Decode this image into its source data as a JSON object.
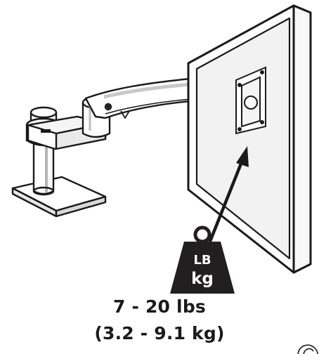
{
  "diagram": {
    "weight_icon": {
      "unit_top": "LB",
      "unit_bottom": "kg",
      "fill": "#231f20"
    },
    "capacity_imperial": "7 - 20 lbs",
    "capacity_metric": "(3.2 - 9.1 kg)",
    "colors": {
      "line": "#1a1a1a",
      "monitor_face": "#f2f2f2",
      "monitor_bezel": "#ffffff",
      "arm_highlight": "#ffffff",
      "shadow": "#d0d0d0"
    }
  }
}
